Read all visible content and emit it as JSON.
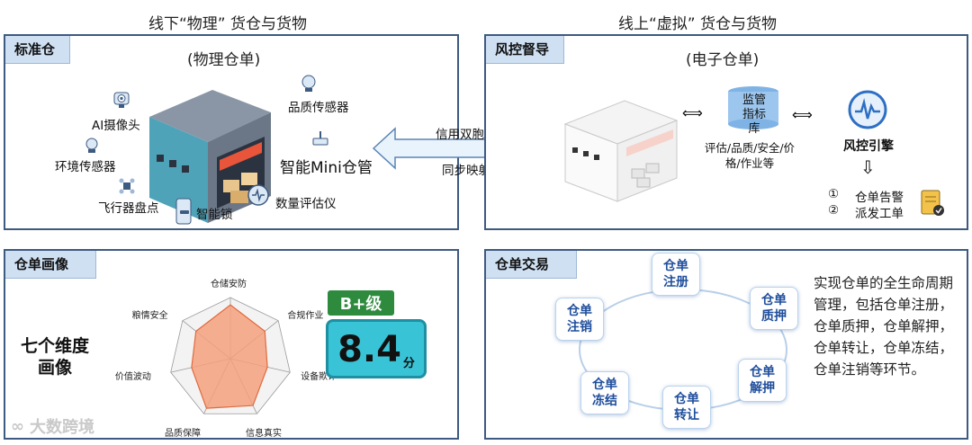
{
  "headings": {
    "offline": "线下“物理” 货仓与货物",
    "online": "线上“虚拟” 货仓与货物"
  },
  "panel_standard": {
    "tag": "标准仓",
    "subtitle": "(物理仓单)",
    "labels": {
      "ai_camera": "AI摄像头",
      "env_sensor": "环境传感器",
      "drone": "飞行器盘点",
      "smart_lock": "智能锁",
      "quality_sensor": "品质传感器",
      "mini_manager": "智能Mini仓管",
      "quantity_meter": "数量评估仪"
    }
  },
  "bridge": {
    "top": "信用双胞胎",
    "bottom": "同步映射"
  },
  "panel_risk": {
    "tag": "风控督导",
    "subtitle": "(电子仓单)",
    "db_label": "监管指标库",
    "criteria": "评估/品质/安全/价格/作业等",
    "engine": "风控引擎",
    "steps": [
      {
        "num": "①",
        "text": "仓单告警"
      },
      {
        "num": "②",
        "text": "派发工单"
      }
    ]
  },
  "panel_portrait": {
    "tag": "仓单画像",
    "side_title": "七个维度画像",
    "radar_labels": [
      "仓储安防",
      "合规作业",
      "设备欺诈",
      "信息真实",
      "品质保障",
      "价值波动",
      "粮情安全"
    ],
    "radar_values": [
      0.88,
      0.72,
      0.62,
      0.85,
      0.9,
      0.65,
      0.72
    ],
    "grade": "B+级",
    "score": "8.4",
    "score_unit": "分",
    "watermark": "大数跨境"
  },
  "panel_trade": {
    "tag": "仓单交易",
    "cycle_nodes": [
      "仓单注册",
      "仓单质押",
      "仓单解押",
      "仓单转让",
      "仓单冻结",
      "仓单注销"
    ],
    "description": "实现仓单的全生命周期管理，包括仓单注册，仓单质押，仓单解押，仓单转让，仓单冻结，仓单注销等环节。"
  },
  "colors": {
    "panel_border": "#3d5a80",
    "tag_bg": "#cfe0f3",
    "node_text": "#1f4e9c",
    "radar_fill": "#f4a07e",
    "grade_green": "#2e8b3e",
    "score_bg": "#39c3d6"
  }
}
